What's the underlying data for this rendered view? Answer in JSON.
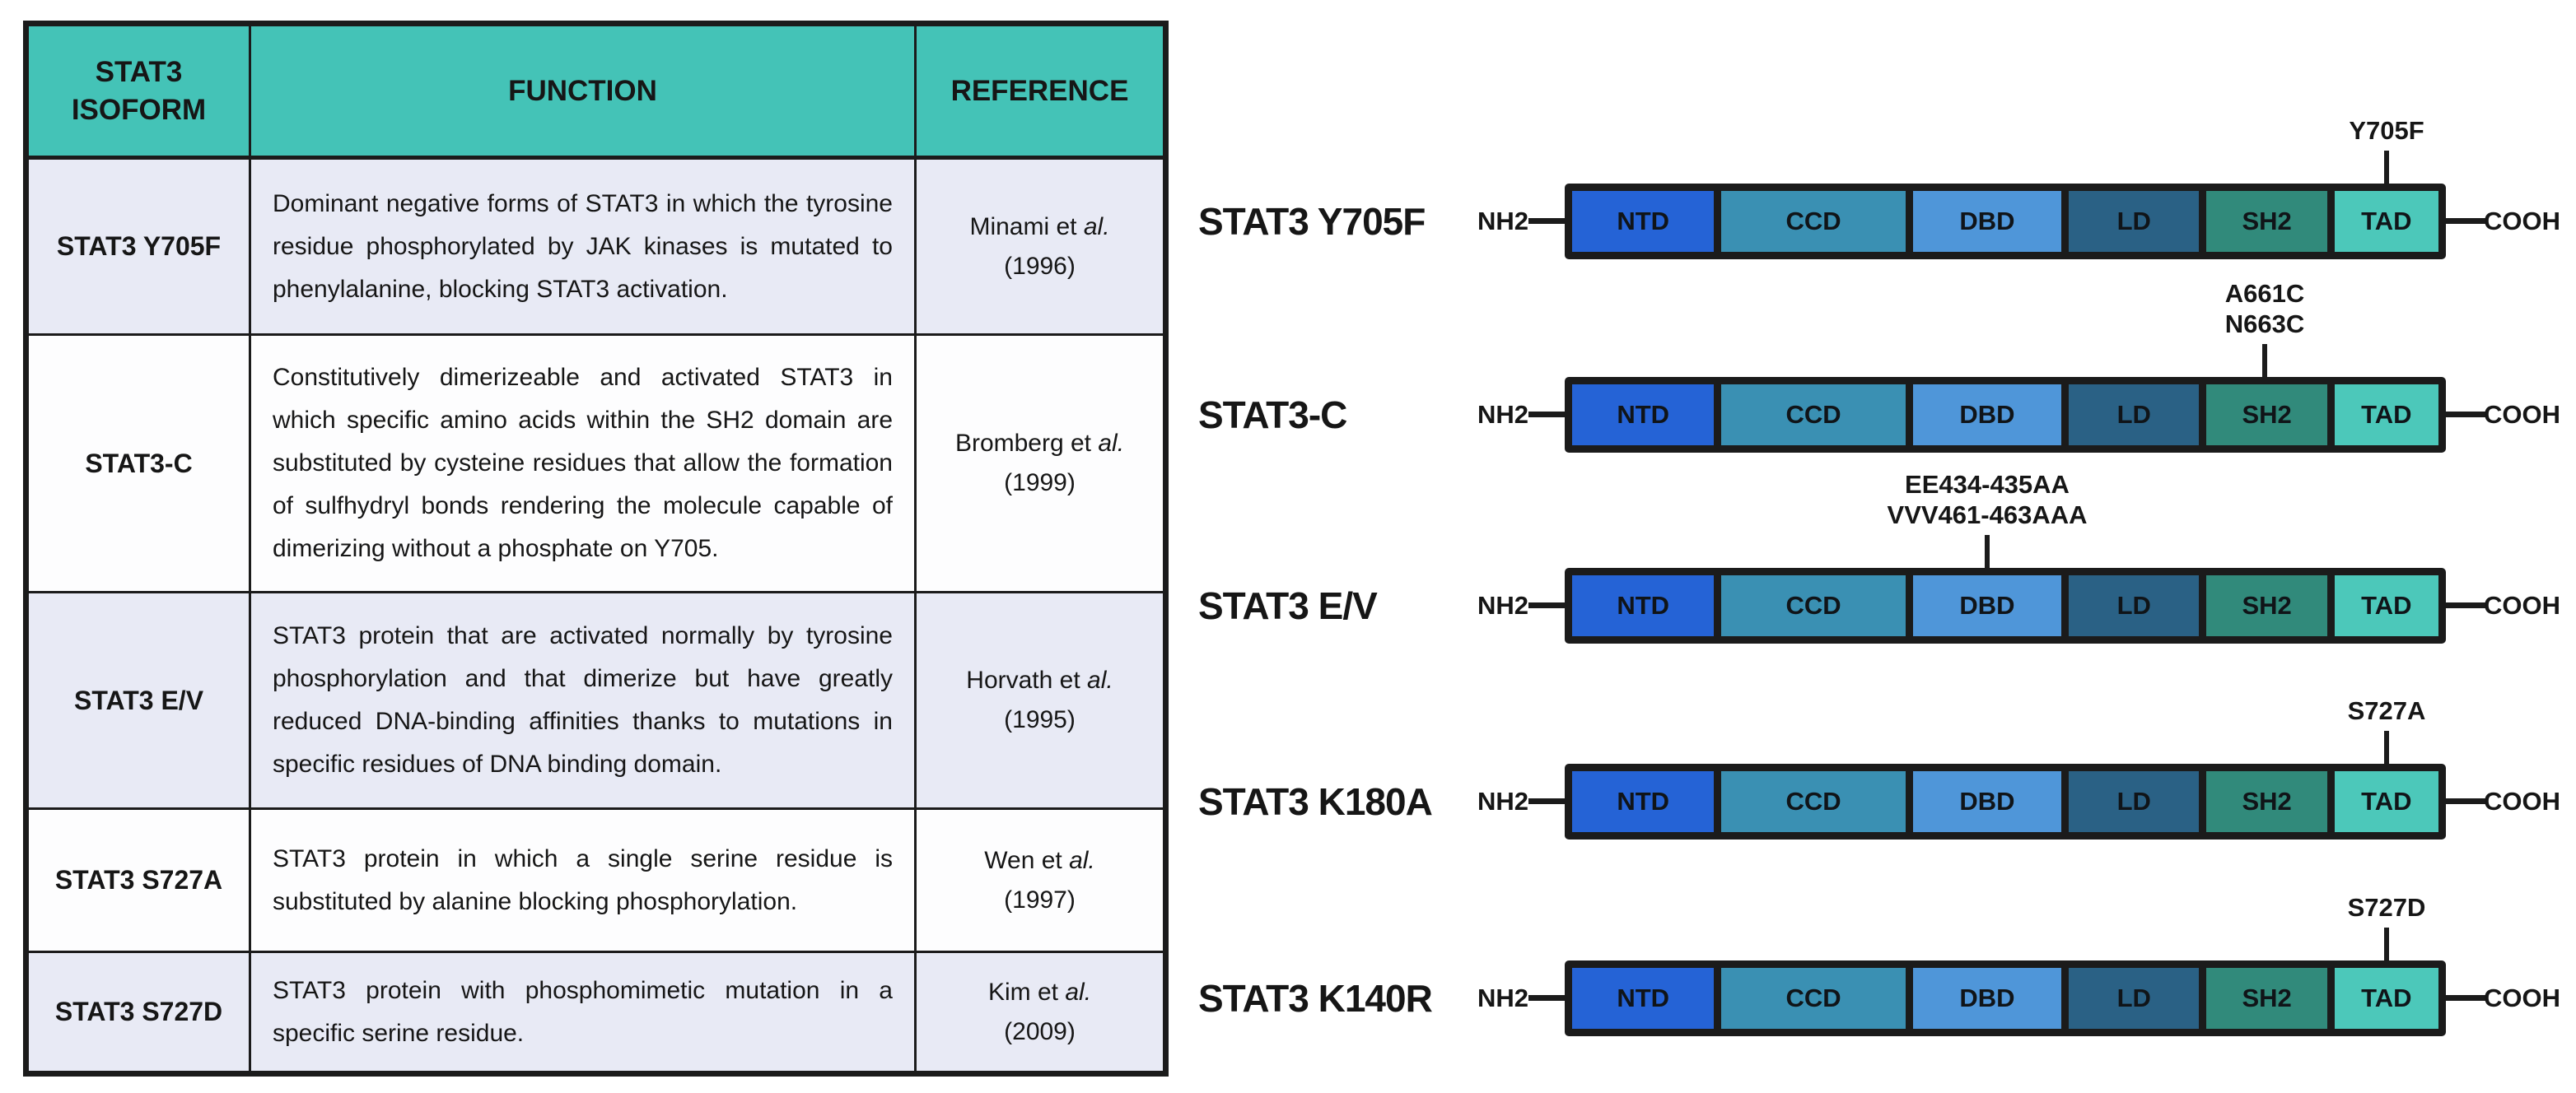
{
  "colors": {
    "border": "#1b1b1b",
    "header_bg": "#44c3b7",
    "row_alt_bg": "#e8eaf5",
    "row_plain_bg": "#fdfdfe",
    "domain_colors": {
      "NTD": "#2563d6",
      "CCD": "#3a90b3",
      "DBD": "#4f96d9",
      "LD": "#2a6185",
      "SH2": "#318a7b",
      "TAD": "#4cc8ba"
    }
  },
  "table": {
    "headers": {
      "isoform": "STAT3 ISOFORM",
      "function": "FUNCTION",
      "reference": "REFERENCE"
    },
    "rows": [
      {
        "isoform": "STAT3 Y705F",
        "function": "Dominant negative forms of STAT3 in which the tyrosine residue phosphorylated by JAK kinases is mutated to phenylalanine, blocking STAT3 activation.",
        "ref_pre": "Minami et",
        "ref_etal": "al.",
        "ref_year": "(1996)"
      },
      {
        "isoform": "STAT3-C",
        "function": "Constitutively dimerizeable and activated STAT3 in which specific amino acids within the SH2 domain are substituted by cysteine residues that allow the formation of sulfhydryl bonds rendering the molecule capable of dimerizing without a phosphate on Y705.",
        "ref_pre": "Bromberg et",
        "ref_etal": "al.",
        "ref_year": "(1999)"
      },
      {
        "isoform": "STAT3 E/V",
        "function": "STAT3 protein that are activated normally by tyrosine phosphorylation and that dimerize but have greatly reduced DNA-binding affinities thanks to mutations in specific residues of DNA binding domain.",
        "ref_pre": "Horvath et",
        "ref_etal": "al.",
        "ref_year": "(1995)"
      },
      {
        "isoform": "STAT3 S727A",
        "function": "STAT3 protein in which a single serine residue is substituted by alanine blocking phosphorylation.",
        "ref_pre": "Wen et",
        "ref_etal": "al.",
        "ref_year": "(1997)"
      },
      {
        "isoform": "STAT3 S727D",
        "function": "STAT3 protein with phosphomimetic mutation in a specific serine residue.",
        "ref_pre": "Kim et",
        "ref_etal": "al.",
        "ref_year": "(2009)"
      }
    ]
  },
  "diagrams": {
    "nh2": "NH2",
    "cooh": "COOH",
    "domains": [
      "NTD",
      "CCD",
      "DBD",
      "LD",
      "SH2",
      "TAD"
    ],
    "rows": [
      {
        "label": "STAT3 Y705F",
        "annotation_lines": [
          "Y705F"
        ],
        "annotation_target": "TAD"
      },
      {
        "label": "STAT3-C",
        "annotation_lines": [
          "A661C",
          "N663C"
        ],
        "annotation_target": "SH2"
      },
      {
        "label": "STAT3 E/V",
        "annotation_lines": [
          "EE434-435AA",
          "VVV461-463AAA"
        ],
        "annotation_target": "DBD"
      },
      {
        "label": "STAT3 K180A",
        "annotation_lines": [
          "S727A"
        ],
        "annotation_target": "TAD"
      },
      {
        "label": "STAT3 K140R",
        "annotation_lines": [
          "S727D"
        ],
        "annotation_target": "TAD"
      }
    ]
  }
}
